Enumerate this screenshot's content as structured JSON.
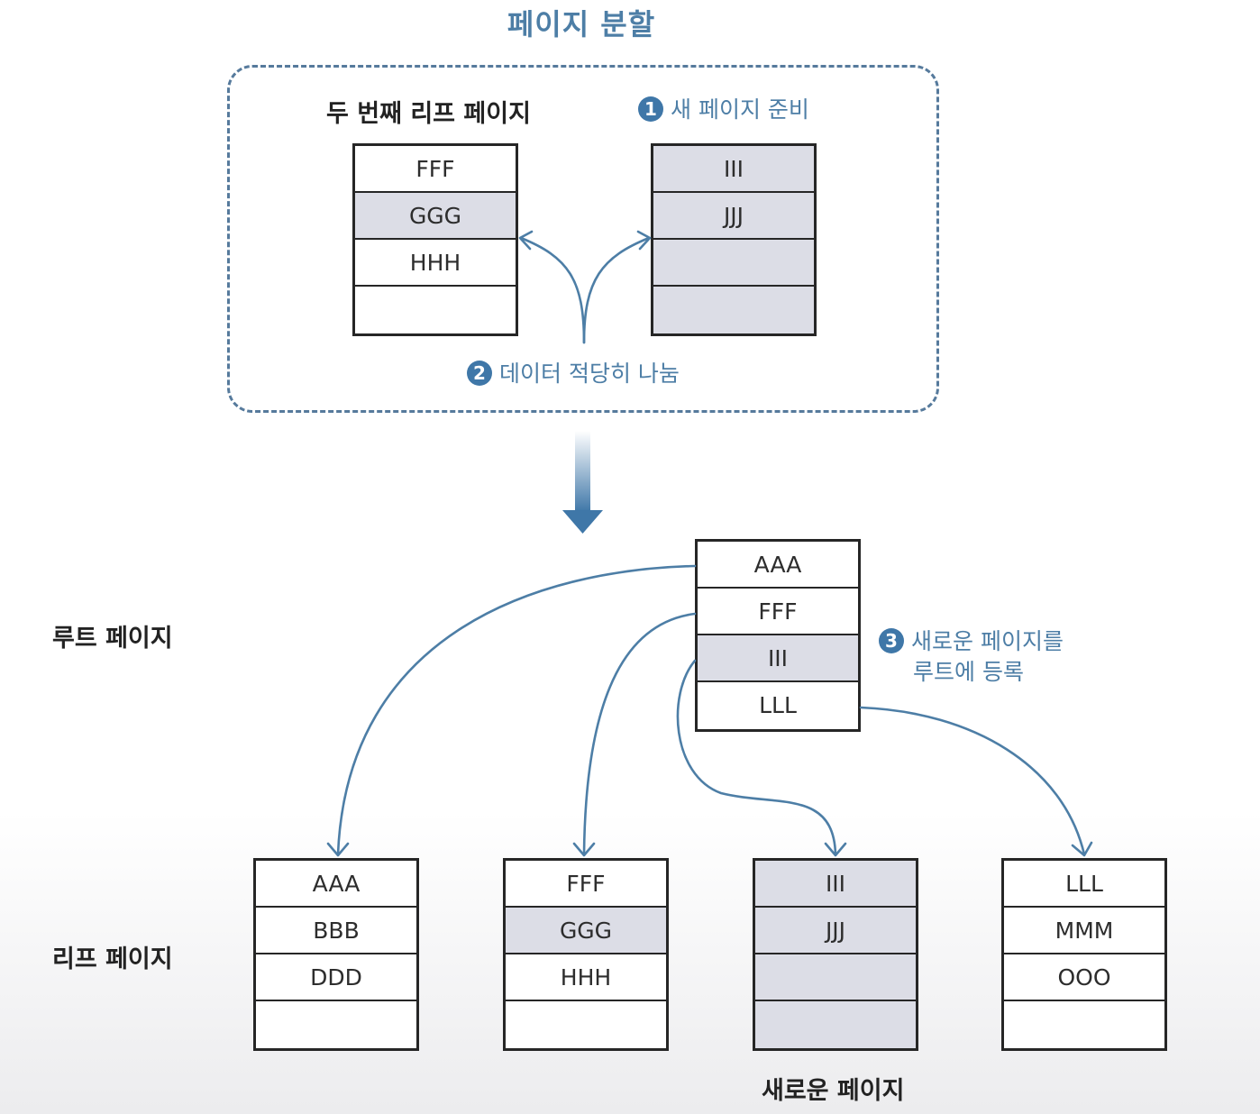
{
  "title": "페이지 분할",
  "split_box": {
    "left_label": "두 번째 리프 페이지",
    "step1": {
      "num": "1",
      "text": "새 페이지 준비"
    },
    "step2": {
      "num": "2",
      "text": "데이터 적당히 나눔"
    },
    "left_page": [
      "FFF",
      "GGG",
      "HHH",
      ""
    ],
    "right_page": [
      "III",
      "JJJ",
      "",
      ""
    ]
  },
  "root_label": "루트 페이지",
  "leaf_label": "리프 페이지",
  "step3": {
    "num": "3",
    "line1": "새로운 페이지를",
    "line2": "루트에 등록"
  },
  "root_page": [
    "AAA",
    "FFF",
    "III",
    "LLL"
  ],
  "leaves": [
    [
      "AAA",
      "BBB",
      "DDD",
      ""
    ],
    [
      "FFF",
      "GGG",
      "HHH",
      ""
    ],
    [
      "III",
      "JJJ",
      "",
      ""
    ],
    [
      "LLL",
      "MMM",
      "OOO",
      ""
    ]
  ],
  "new_page_label": "새로운 페이지",
  "colors": {
    "accent": "#4d7ea6",
    "shade": "#dcdde6",
    "line": "#262626"
  }
}
